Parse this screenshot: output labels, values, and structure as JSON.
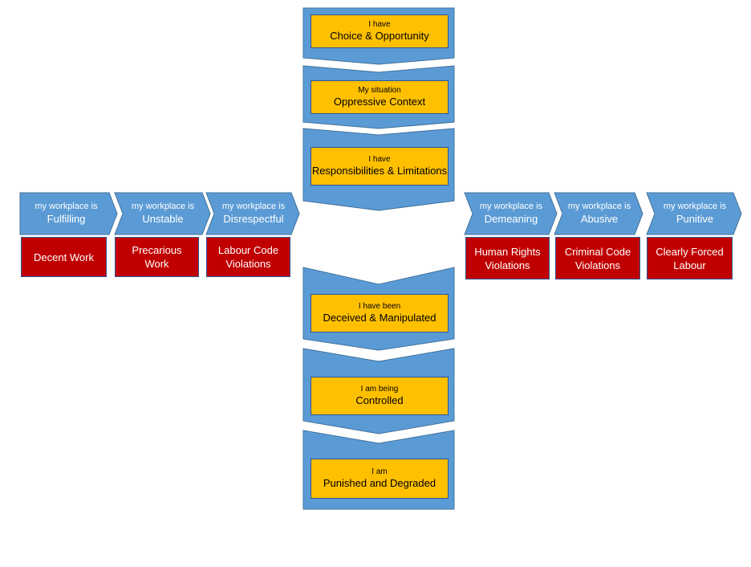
{
  "colors": {
    "chevron_blue": "#5B9BD5",
    "chevron_border": "#41719C",
    "stage_yellow": "#FFC000",
    "outcome_red": "#C00000",
    "label_white": "#FFFFFF"
  },
  "vertical_stages": [
    {
      "small": "I have",
      "large": "Choice & Opportunity"
    },
    {
      "small": "My situation",
      "large": "Oppressive Context"
    },
    {
      "small": "I have",
      "large": "Responsibilities & Limitations"
    },
    {
      "small": "I have been",
      "large": "Deceived & Manipulated"
    },
    {
      "small": "I am being",
      "large": "Controlled"
    },
    {
      "small": "I am",
      "large": "Punished and Degraded"
    }
  ],
  "workplace_chevrons": [
    {
      "small": "my workplace is",
      "large": "Fulfilling"
    },
    {
      "small": "my workplace is",
      "large": "Unstable"
    },
    {
      "small": "my workplace is",
      "large": "Disrespectful"
    },
    {
      "small": "my workplace is",
      "large": "Demeaning"
    },
    {
      "small": "my workplace is",
      "large": "Abusive"
    },
    {
      "small": "my workplace is",
      "large": "Punitive"
    }
  ],
  "outcomes": [
    {
      "line1": "Decent Work",
      "line2": ""
    },
    {
      "line1": "Precarious Work",
      "line2": ""
    },
    {
      "line1": "Labour Code",
      "line2": "Violations"
    },
    {
      "line1": "Human Rights",
      "line2": "Violations"
    },
    {
      "line1": "Criminal Code",
      "line2": "Violations"
    },
    {
      "line1": "Clearly Forced",
      "line2": "Labour"
    }
  ]
}
